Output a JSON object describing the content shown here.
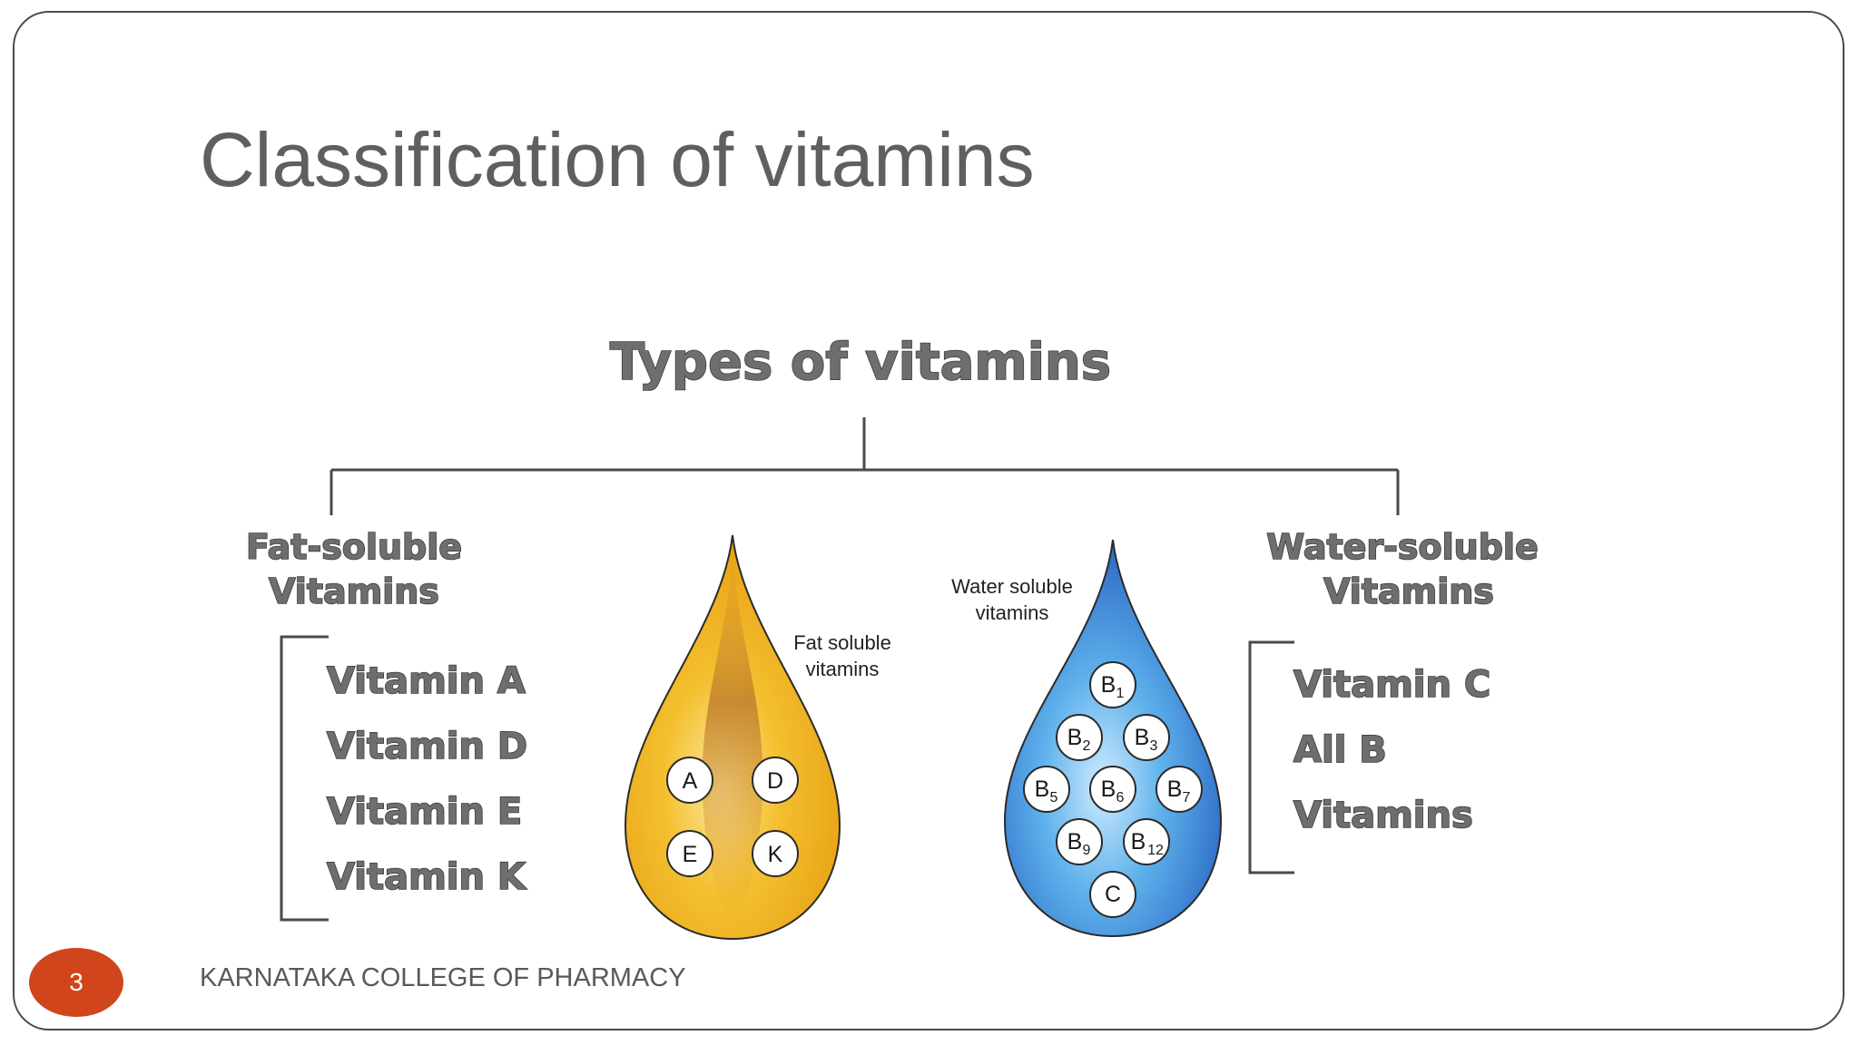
{
  "slide": {
    "title": "Classification of vitamins",
    "page_number": "3",
    "footer": "KARNATAKA COLLEGE OF PHARMACY",
    "accent_color": "#d0451b"
  },
  "diagram": {
    "heading": "Types of vitamins",
    "fat_soluble": {
      "heading_line1": "Fat-soluble",
      "heading_line2": "Vitamins",
      "items": [
        "Vitamin A",
        "Vitamin D",
        "Vitamin E",
        "Vitamin K"
      ],
      "drop_label_line1": "Fat soluble",
      "drop_label_line2": "vitamins",
      "drop_color": "#f2b824",
      "circles": [
        "A",
        "D",
        "E",
        "K"
      ]
    },
    "water_soluble": {
      "heading_line1": "Water-soluble",
      "heading_line2": "Vitamins",
      "items": [
        "Vitamin C",
        "All B",
        "Vitamins"
      ],
      "drop_label_line1": "Water soluble",
      "drop_label_line2": "vitamins",
      "drop_color": "#2f7fd0",
      "circles": [
        {
          "main": "B",
          "sub": "1"
        },
        {
          "main": "B",
          "sub": "2"
        },
        {
          "main": "B",
          "sub": "3"
        },
        {
          "main": "B",
          "sub": "5"
        },
        {
          "main": "B",
          "sub": "6"
        },
        {
          "main": "B",
          "sub": "7"
        },
        {
          "main": "B",
          "sub": "9"
        },
        {
          "main": "B",
          "sub": "12"
        },
        {
          "main": "C",
          "sub": ""
        }
      ]
    }
  }
}
